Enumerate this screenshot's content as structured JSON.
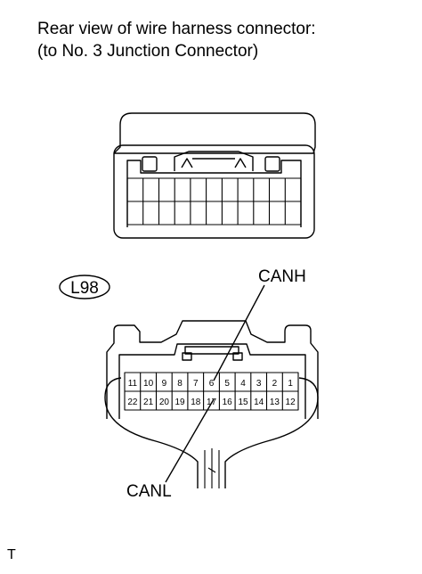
{
  "title": {
    "line1": "Rear view of wire harness connector:",
    "line2": "(to No. 3 Junction Connector)"
  },
  "connector_id": "L98",
  "pins": {
    "top_row": [
      "11",
      "10",
      "9",
      "8",
      "7",
      "6",
      "5",
      "4",
      "3",
      "2",
      "1"
    ],
    "bottom_row": [
      "22",
      "21",
      "20",
      "19",
      "18",
      "17",
      "16",
      "15",
      "14",
      "13",
      "12"
    ]
  },
  "labels": {
    "canh": "CANH",
    "canl": "CANL"
  },
  "footer": "T"
}
